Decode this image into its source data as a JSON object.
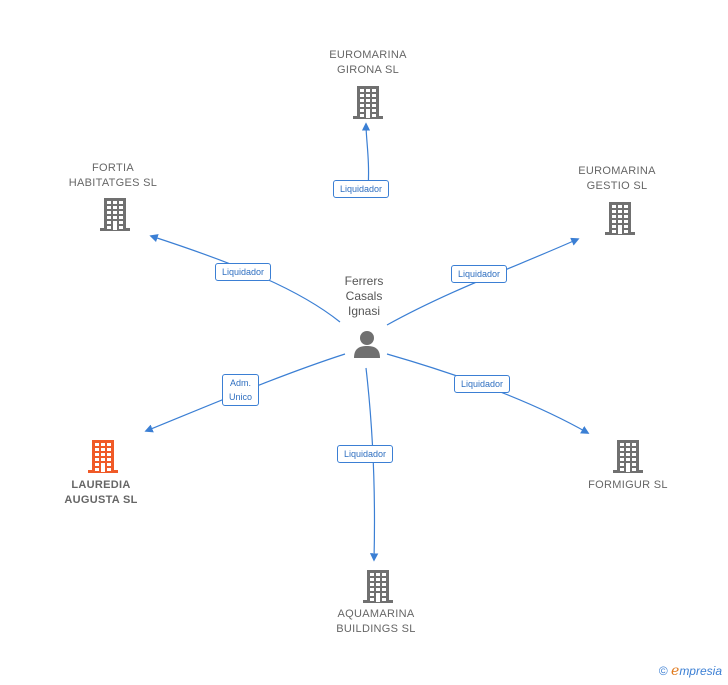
{
  "center": {
    "label": "Ferrers\nCasals\nIgnasi",
    "icon": "person-icon"
  },
  "nodes": [
    {
      "id": "euromarina-girona",
      "label": "EUROMARINA\nGIRONA SL",
      "icon": "building-icon",
      "color": "#707070",
      "highlight": false,
      "edge_label": "Liquidador"
    },
    {
      "id": "fortia-habitatges",
      "label": "FORTIA\nHABITATGES SL",
      "icon": "building-icon",
      "color": "#707070",
      "highlight": false,
      "edge_label": "Liquidador"
    },
    {
      "id": "euromarina-gestio",
      "label": "EUROMARINA\nGESTIO SL",
      "icon": "building-icon",
      "color": "#707070",
      "highlight": false,
      "edge_label": "Liquidador"
    },
    {
      "id": "lauredia-augusta",
      "label": "LAUREDIA\nAUGUSTA  SL",
      "icon": "building-icon",
      "color": "#f05a28",
      "highlight": true,
      "edge_label": "Adm.\nUnico"
    },
    {
      "id": "formigur",
      "label": "FORMIGUR SL",
      "icon": "building-icon",
      "color": "#707070",
      "highlight": false,
      "edge_label": "Liquidador"
    },
    {
      "id": "aquamarina-buildings",
      "label": "AQUAMARINA\nBUILDINGS SL",
      "icon": "building-icon",
      "color": "#707070",
      "highlight": false,
      "edge_label": "Liquidador"
    }
  ],
  "colors": {
    "edge": "#3b7fd4",
    "building": "#707070",
    "highlight": "#f05a28",
    "person": "#707070"
  },
  "footer": {
    "copyright": "©",
    "brand_initial": "e",
    "brand_rest": "mpresia"
  }
}
